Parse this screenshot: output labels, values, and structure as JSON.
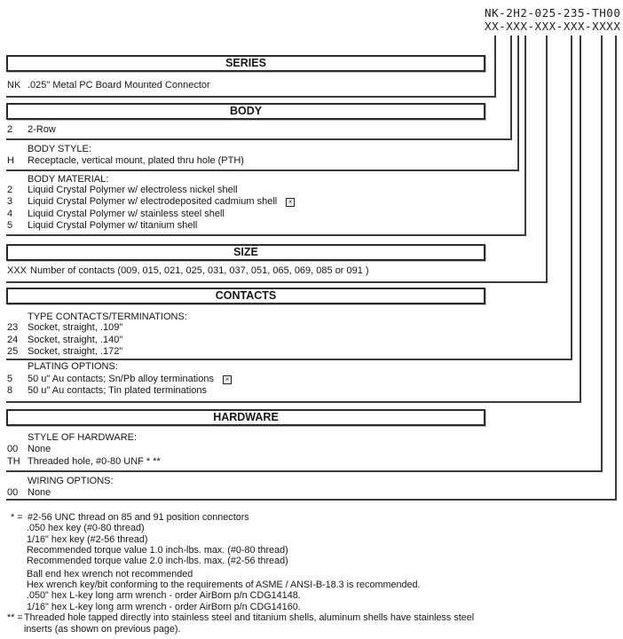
{
  "colors": {
    "ink": "#161616",
    "line": "#3c3c3c",
    "background": "#ffffff"
  },
  "header": {
    "part_number_example": "NK-2H2-025-235-TH00",
    "part_number_mask": "XX-XXX-XXX-XXX-XXXX"
  },
  "sections": [
    {
      "title": "SERIES",
      "groups": [
        {
          "label": "",
          "items": [
            {
              "code": "NK",
              "desc": ".025\" Metal PC Board Mounted Connector"
            }
          ]
        }
      ]
    },
    {
      "title": "BODY",
      "groups": [
        {
          "label": "",
          "items": [
            {
              "code": "2",
              "desc": "2-Row"
            }
          ]
        },
        {
          "label": "BODY STYLE:",
          "items": [
            {
              "code": "H",
              "desc": "Receptacle, vertical mount, plated thru hole (PTH)"
            }
          ]
        },
        {
          "label": "BODY MATERIAL:",
          "items": [
            {
              "code": "2",
              "desc": "Liquid Crystal Polymer w/ electroless nickel shell"
            },
            {
              "code": "3",
              "desc": "Liquid Crystal Polymer w/ electrodeposited cadmium shell",
              "flag": "×"
            },
            {
              "code": "4",
              "desc": "Liquid Crystal Polymer w/ stainless steel shell"
            },
            {
              "code": "5",
              "desc": "Liquid Crystal Polymer w/ titanium shell"
            }
          ]
        }
      ]
    },
    {
      "title": "SIZE",
      "groups": [
        {
          "label": "",
          "items": [
            {
              "code": "XXX",
              "desc": "Number of contacts (009, 015, 021, 025, 031, 037, 051, 065, 069, 085 or 091 )"
            }
          ]
        }
      ]
    },
    {
      "title": "CONTACTS",
      "groups": [
        {
          "label": "TYPE CONTACTS/TERMINATIONS:",
          "items": [
            {
              "code": "23",
              "desc": "Socket, straight, .109\""
            },
            {
              "code": "24",
              "desc": "Socket, straight, .140\""
            },
            {
              "code": "25",
              "desc": "Socket, straight, .172\""
            }
          ]
        },
        {
          "label": "PLATING OPTIONS:",
          "items": [
            {
              "code": "5",
              "desc": "50 u\" Au contacts; Sn/Pb alloy terminations",
              "flag": "×"
            },
            {
              "code": "8",
              "desc": "50 u\" Au contacts; Tin plated terminations"
            }
          ]
        }
      ]
    },
    {
      "title": "HARDWARE",
      "groups": [
        {
          "label": "STYLE OF HARDWARE:",
          "items": [
            {
              "code": "00",
              "desc": "None"
            },
            {
              "code": "TH",
              "desc": "Threaded hole, #0-80 UNF * **"
            }
          ]
        },
        {
          "label": "WIRING OPTIONS:",
          "items": [
            {
              "code": "00",
              "desc": "None"
            }
          ]
        }
      ]
    }
  ],
  "footnotes": {
    "lines": [
      {
        "prefix": "* =",
        "text": "#2-56 UNC thread on 85 and 91 position connectors"
      },
      {
        "prefix": "",
        "text": ".050 hex key (#0-80 thread)"
      },
      {
        "prefix": "",
        "text": "1/16\" hex key (#2-56 thread)"
      },
      {
        "prefix": "",
        "text": "Recommended torque value 1.0 inch-lbs. max. (#0-80 thread)"
      },
      {
        "prefix": "",
        "text": "Recommended torque value 2.0 inch-lbs. max. (#2-56 thread)"
      },
      {
        "prefix": "",
        "text": "Ball end hex wrench not recommended"
      },
      {
        "prefix": "",
        "text": "Hex wrench key/bit conforming to the requirements of ASME / ANSI-B-18.3 is recommended."
      },
      {
        "prefix": "",
        "text": ".050\" hex L-key long arm wrench - order AirBorn p/n CDG14148."
      },
      {
        "prefix": "",
        "text": "1/16\" hex L-key long arm wrench - order AirBorn p/n CDG14160."
      },
      {
        "prefix": "** =",
        "text": "Threaded hole tapped directly into stainless steel and titanium shells, aluminum shells have stainless steel"
      },
      {
        "prefix": "",
        "text": "inserts (as shown on previous page)."
      }
    ]
  }
}
